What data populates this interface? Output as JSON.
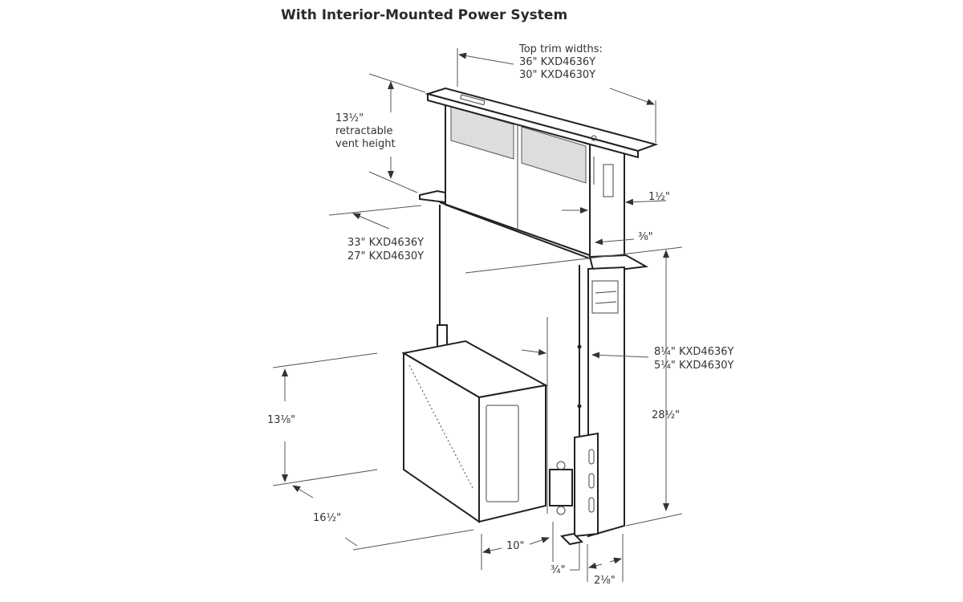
{
  "title": "With Interior-Mounted Power System",
  "labels": {
    "top_trim_heading": "Top trim widths:",
    "top_trim_36": "36\" KXD4636Y",
    "top_trim_30": "30\" KXD4630Y",
    "vent_height_value": "13½\"",
    "vent_height_line1": "retractable",
    "vent_height_line2": "vent height",
    "side_depth": "1½\"",
    "panel_gap": "⅜\"",
    "width_33": "33\" KXD4636Y",
    "width_27": "27\" KXD4630Y",
    "depth_8": "8¼\" KXD4636Y",
    "depth_5": "5¼\" KXD4630Y",
    "height_28": "28½\"",
    "box_height": "13⅛\"",
    "box_depth": "16½\"",
    "box_width": "10\"",
    "offset": "¾\"",
    "base_depth": "2⅛\""
  }
}
